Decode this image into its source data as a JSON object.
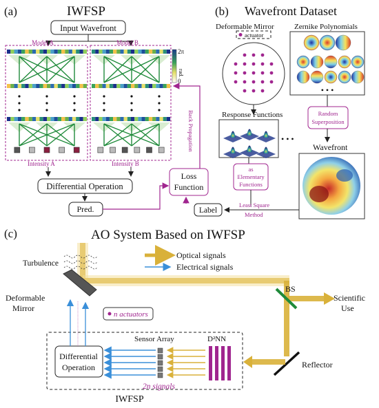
{
  "panel_a": {
    "label": "(a)",
    "title": "IWFSP",
    "input_box": "Input Wavefront",
    "model_a": "Model A",
    "model_b": "Model B",
    "scale_top": "2π",
    "scale_unit": "rad.",
    "scale_bottom": "0",
    "intensity_a": "Intensity A",
    "intensity_b": "Intensity B",
    "back_propagation": "Back Propagation",
    "loss_function_line1": "Loss",
    "loss_function_line2": "Function",
    "differential_operation": "Differential Operation",
    "pred": "Pred.",
    "label_box": "Label"
  },
  "panel_b": {
    "label": "(b)",
    "title": "Wavefront Dataset",
    "deformable_mirror": "Deformable Mirror",
    "zernike": "Zernike Polynomials",
    "actuator_legend": "actuator",
    "response_functions": "Response Functions",
    "random_superposition_1": "Random",
    "random_superposition_2": "Superposition",
    "wavefront": "Wavefront",
    "as_1": "as",
    "as_2": "Elementary",
    "as_3": "Functions",
    "least_square_1": "Least Square",
    "least_square_2": "Method",
    "ellipsis": "• • •",
    "dots_inline": "• • •"
  },
  "panel_c": {
    "label": "(c)",
    "title": "AO System Based on IWFSP",
    "turbulence": "Turbulence",
    "optical_signals": "Optical signals",
    "electrical_signals": "Electrical signals",
    "deformable_mirror_1": "Deformable",
    "deformable_mirror_2": "Mirror",
    "n_actuators": "n actuators",
    "bs": "BS",
    "scientific_use_1": "Scientific",
    "scientific_use_2": "Use",
    "sensor_array": "Sensor Array",
    "d2nn": "D²NN",
    "differential_operation_1": "Differential",
    "differential_operation_2": "Operation",
    "signals_2n": "2n signals",
    "reflector": "Reflector",
    "iwfsp": "IWFSP"
  },
  "colors": {
    "magenta": "#a0258f",
    "green": "#1f8a3a",
    "optical": "#d9b13a",
    "electrical": "#3a8fd9"
  }
}
